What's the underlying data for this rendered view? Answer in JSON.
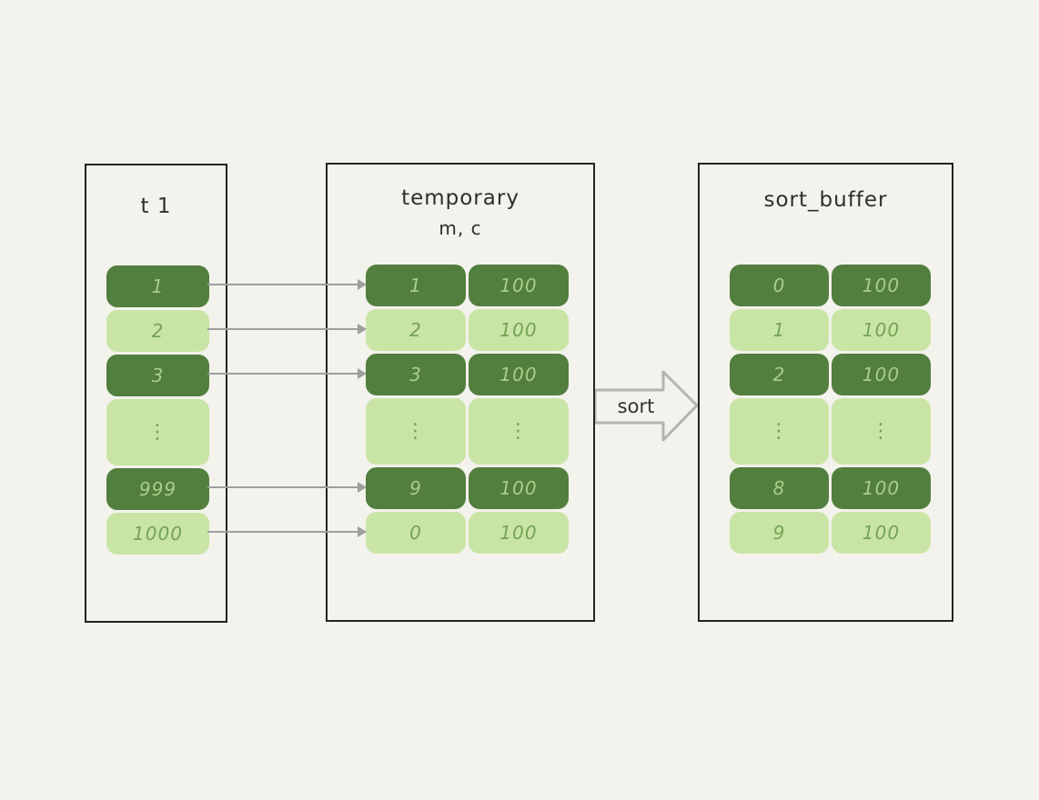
{
  "diagram": {
    "background_color": "#f3f2ec",
    "colors": {
      "dark_cell": "#527e3e",
      "light_cell": "#c9e5a5",
      "dark_cell_text": "#a9ce88",
      "light_cell_text": "#74a354",
      "box_border": "#232323",
      "connector_arrow": "#9e9e9e",
      "sort_arrow_outline": "#b3b3b3",
      "title_text": "#2e2e2e"
    },
    "source_table": {
      "title": "t 1",
      "rows": [
        {
          "value": "1"
        },
        {
          "value": "2"
        },
        {
          "value": "3"
        },
        {
          "value": "⋮"
        },
        {
          "value": "999"
        },
        {
          "value": "1000"
        }
      ]
    },
    "temporary_table": {
      "title": "temporary",
      "subtitle": "m, c",
      "rows": [
        {
          "m": "1",
          "c": "100"
        },
        {
          "m": "2",
          "c": "100"
        },
        {
          "m": "3",
          "c": "100"
        },
        {
          "m": "⋮",
          "c": "⋮"
        },
        {
          "m": "9",
          "c": "100"
        },
        {
          "m": "0",
          "c": "100"
        }
      ]
    },
    "sort_buffer": {
      "title": "sort_buffer",
      "rows": [
        {
          "m": "0",
          "c": "100"
        },
        {
          "m": "1",
          "c": "100"
        },
        {
          "m": "2",
          "c": "100"
        },
        {
          "m": "⋮",
          "c": "⋮"
        },
        {
          "m": "8",
          "c": "100"
        },
        {
          "m": "9",
          "c": "100"
        }
      ]
    },
    "sort_arrow_label": "sort"
  }
}
